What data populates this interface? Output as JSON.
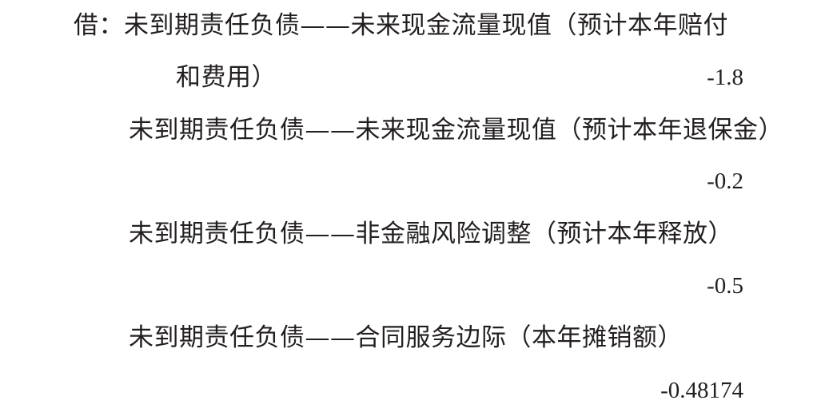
{
  "entry": {
    "debit_prefix": "借：",
    "lines": [
      {
        "text": "未到期责任负债——未来现金流量现值（预计本年赔付"
      },
      {
        "text": "和费用）",
        "amount": "-1.8"
      },
      {
        "text": "未到期责任负债——未来现金流量现值（预计本年退保金）"
      },
      {
        "amount": "-0.2"
      },
      {
        "text": "未到期责任负债——非金融风险调整（预计本年释放）"
      },
      {
        "amount": "-0.5"
      },
      {
        "text": "未到期责任负债——合同服务边际（本年摊销额）"
      },
      {
        "amount": "-0.48174"
      }
    ]
  }
}
